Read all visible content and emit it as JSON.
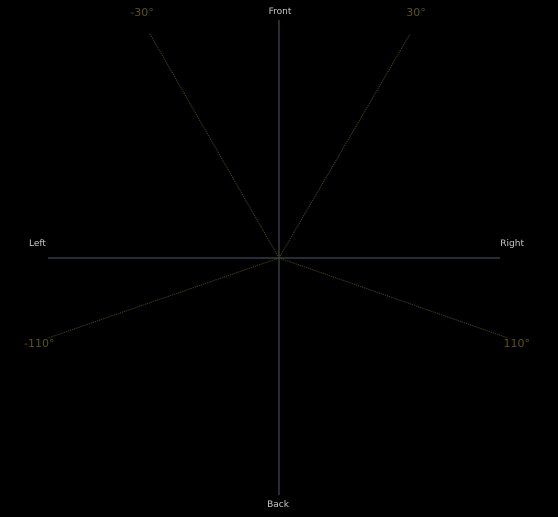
{
  "labels": {
    "front": "Front",
    "back": "Back",
    "left": "Left",
    "right": "Right",
    "angle_front_left": "-30°",
    "angle_front_right": "30°",
    "angle_rear_left": "-110°",
    "angle_rear_right": "110°"
  },
  "colors": {
    "background": "#000000",
    "axis_line": "#4a5868",
    "angle_line": "#4a4418",
    "axis_label": "#c8c8c8",
    "angle_label": "#5a5218"
  }
}
